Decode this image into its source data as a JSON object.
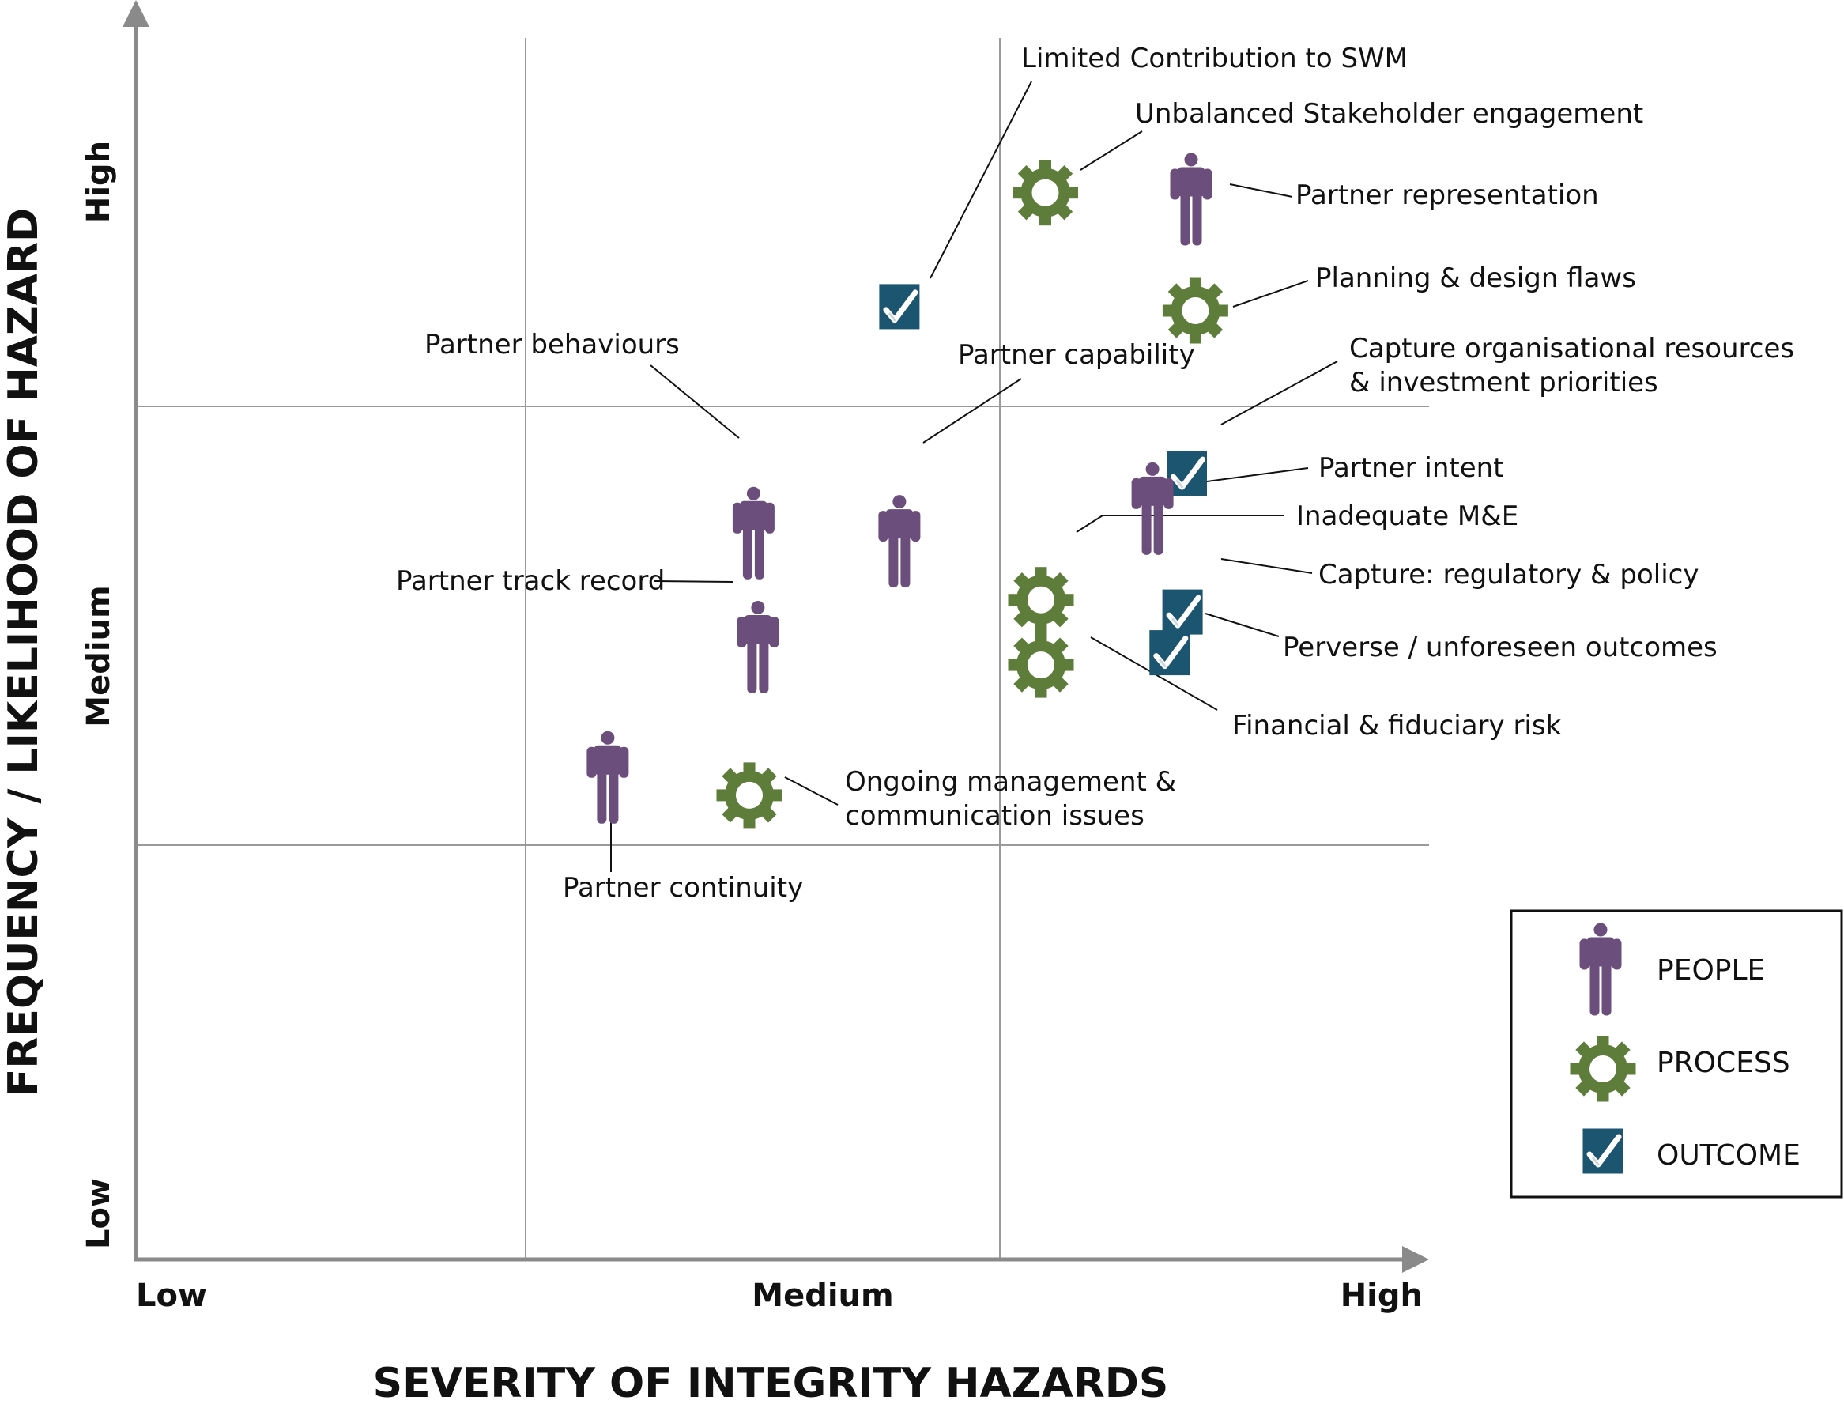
{
  "chart_data": {
    "type": "scatter",
    "xlabel": "SEVERITY OF INTEGRITY HAZARDS",
    "ylabel": "FREQUENCY / LIKELIHOOD OF HAZARD",
    "x_ticks": [
      "Low",
      "Medium",
      "High"
    ],
    "y_ticks": [
      "Low",
      "Medium",
      "High"
    ],
    "xlim": [
      0,
      3
    ],
    "ylim": [
      0,
      3
    ],
    "grid": true,
    "legend_position": "bottom-right",
    "colors": {
      "people": "#6b4e7c",
      "process": "#5e7d3a",
      "outcome": "#1c5570",
      "axis": "#8a8a8a",
      "grid": "#9a9a9a"
    },
    "series": [
      {
        "key": "people",
        "name": "PEOPLE",
        "icon": "person-icon"
      },
      {
        "key": "process",
        "name": "PROCESS",
        "icon": "gear-icon"
      },
      {
        "key": "outcome",
        "name": "OUTCOME",
        "icon": "checkbox-icon"
      }
    ],
    "points": [
      {
        "label": "Limited Contribution to SWM",
        "category": "outcome",
        "x": 1.78,
        "y": 2.34
      },
      {
        "label": "Unbalanced Stakeholder engagement",
        "category": "process",
        "x": 2.12,
        "y": 2.62
      },
      {
        "label": "Partner representation",
        "category": "people",
        "x": 2.46,
        "y": 2.6
      },
      {
        "label": "Planning & design flaws",
        "category": "process",
        "x": 2.47,
        "y": 2.33
      },
      {
        "label": "Partner behaviours",
        "category": "people",
        "x": 1.44,
        "y": 1.78
      },
      {
        "label": "Partner capability",
        "category": "people",
        "x": 1.78,
        "y": 1.76
      },
      {
        "label": "Capture organisational resources & investment priorities",
        "category": "outcome",
        "x": 2.45,
        "y": 1.93
      },
      {
        "label": "Partner intent",
        "category": "people",
        "x": 2.37,
        "y": 1.84
      },
      {
        "label": "Inadequate M&E",
        "category": "process",
        "x": 2.11,
        "y": 1.62
      },
      {
        "label": "Capture: regulatory & policy",
        "category": "outcome",
        "x": 2.44,
        "y": 1.59
      },
      {
        "label": "Perverse / unforeseen outcomes",
        "category": "outcome",
        "x": 2.41,
        "y": 1.49
      },
      {
        "label": "Financial & fiduciary risk",
        "category": "process",
        "x": 2.11,
        "y": 1.46
      },
      {
        "label": "Partner track record",
        "category": "people",
        "x": 1.45,
        "y": 1.5
      },
      {
        "label": "Partner continuity",
        "category": "people",
        "x": 1.1,
        "y": 1.18
      },
      {
        "label": "Ongoing management & communication issues",
        "category": "process",
        "x": 1.43,
        "y": 1.14
      }
    ]
  }
}
